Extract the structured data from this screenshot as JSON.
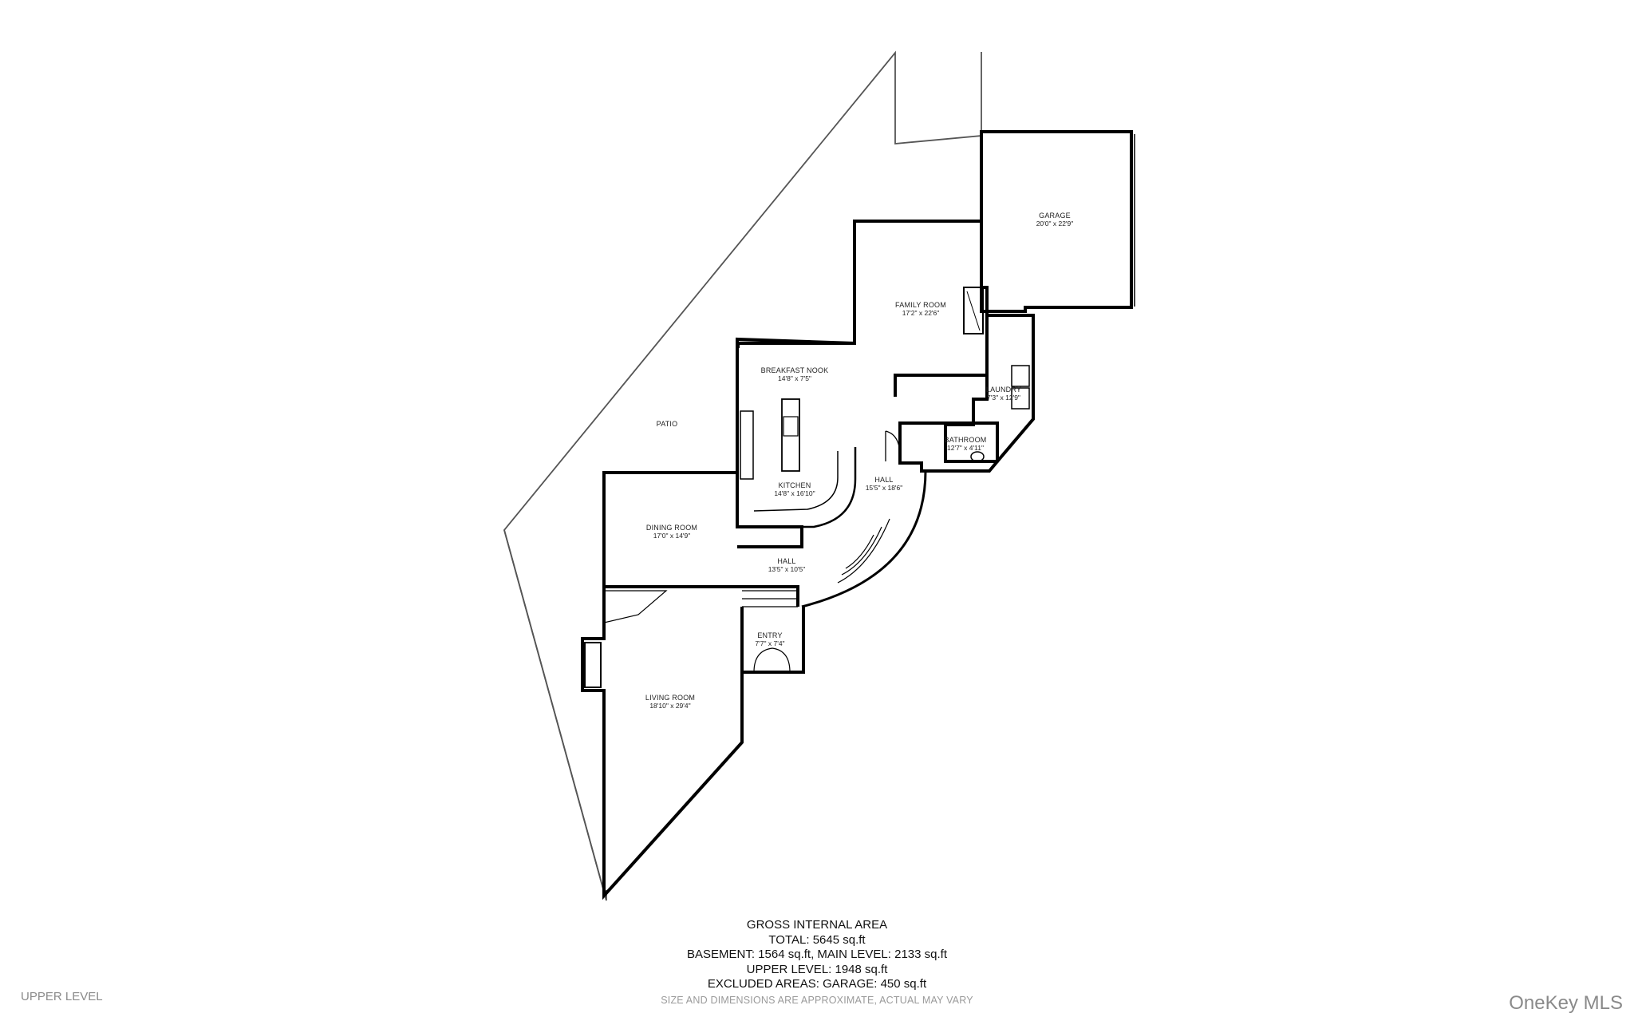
{
  "floorplan": {
    "level_label": "UPPER LEVEL",
    "brand": "OneKey MLS",
    "rooms": [
      {
        "key": "garage",
        "name": "GARAGE",
        "dims": "20'0\" x 22'9\""
      },
      {
        "key": "family_room",
        "name": "FAMILY ROOM",
        "dims": "17'2\" x 22'6\""
      },
      {
        "key": "breakfast_nook",
        "name": "BREAKFAST NOOK",
        "dims": "14'8\" x 7'5\""
      },
      {
        "key": "patio",
        "name": "PATIO",
        "dims": ""
      },
      {
        "key": "laundry",
        "name": "LAUNDRY",
        "dims": "7'3\" x 12'9\""
      },
      {
        "key": "bathroom",
        "name": "BATHROOM",
        "dims": "12'7\" x 4'11\""
      },
      {
        "key": "kitchen",
        "name": "KITCHEN",
        "dims": "14'8\" x 16'10\""
      },
      {
        "key": "hall_upper",
        "name": "HALL",
        "dims": "15'5\" x 18'6\""
      },
      {
        "key": "dining_room",
        "name": "DINING ROOM",
        "dims": "17'0\" x 14'9\""
      },
      {
        "key": "hall_lower",
        "name": "HALL",
        "dims": "13'5\" x 10'5\""
      },
      {
        "key": "entry",
        "name": "ENTRY",
        "dims": "7'7\" x 7'4\""
      },
      {
        "key": "living_room",
        "name": "LIVING ROOM",
        "dims": "18'10\" x 29'4\""
      }
    ],
    "area_summary": {
      "heading": "GROSS INTERNAL AREA",
      "total": "TOTAL: 5645 sq.ft",
      "levels_1": "BASEMENT: 1564 sq.ft, MAIN LEVEL: 2133 sq.ft",
      "levels_2": "UPPER LEVEL: 1948 sq.ft",
      "excluded": "EXCLUDED AREAS: GARAGE: 450 sq.ft",
      "disclaimer": "SIZE AND DIMENSIONS ARE APPROXIMATE, ACTUAL MAY VARY"
    }
  }
}
